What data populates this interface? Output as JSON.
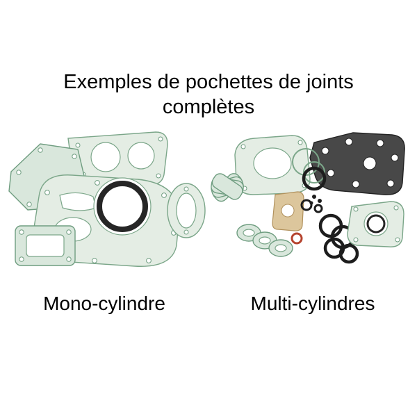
{
  "title": {
    "line1": "Exemples de pochettes de joints",
    "line2": "complètes"
  },
  "labels": {
    "mono": "Mono-cylindre",
    "multi": "Multi-cylindres"
  },
  "colors": {
    "background": "#ffffff",
    "text": "#000000",
    "gasket_green_fill": "#e4ede4",
    "gasket_green_fill_alt": "#d9e7dc",
    "gasket_green_stroke": "#7ba689",
    "o_ring_black": "#1d1d1d",
    "fire_ring_dark": "#262626",
    "dark_gasket_gray": "#484848",
    "paper_gasket_tan": "#dcc69c",
    "red_o_ring": "#b5432e"
  }
}
